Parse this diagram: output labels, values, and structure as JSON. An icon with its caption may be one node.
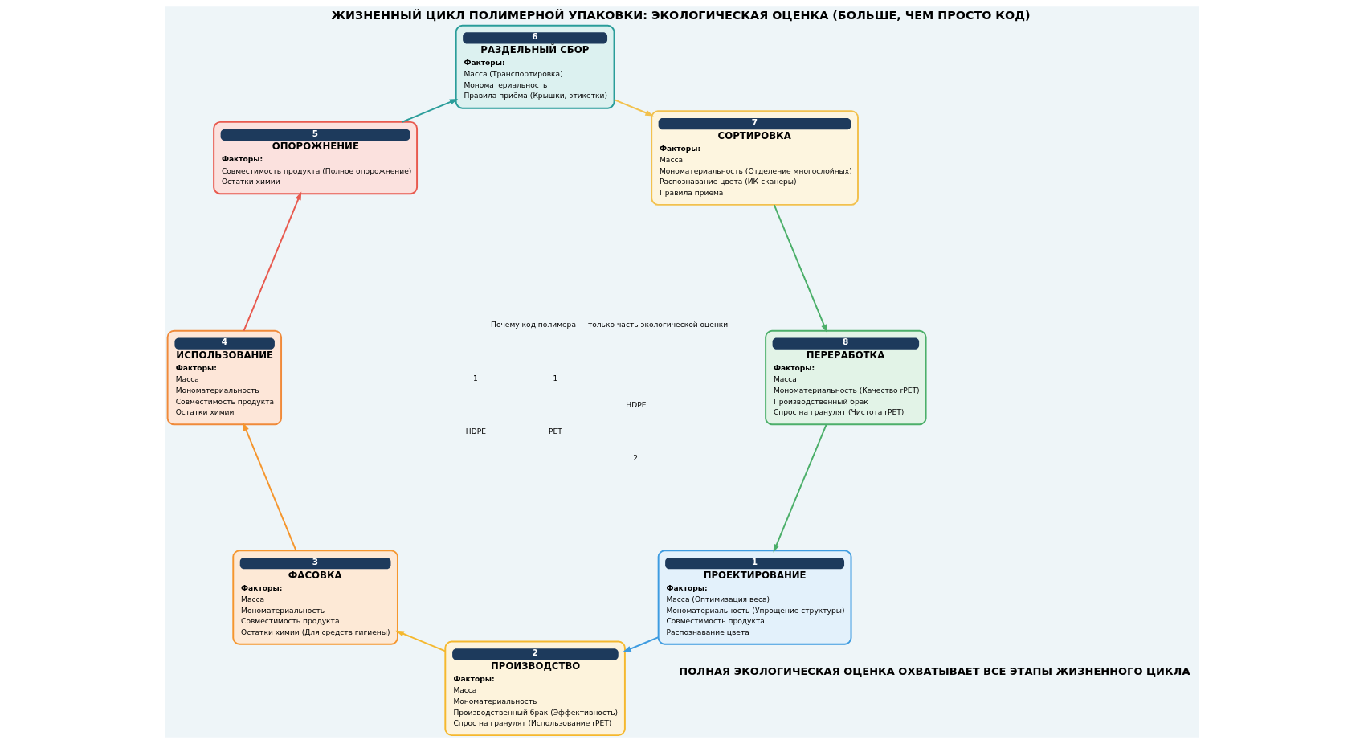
{
  "diagram": {
    "title": "ЖИЗНЕННЫЙ ЦИКЛ ПОЛИМЕРНОЙ УПАКОВКИ: ЭКОЛОГИЧЕСКАЯ ОЦЕНКА (БОЛЬШЕ, ЧЕМ ПРОСТО КОД)",
    "caption": "ПОЛНАЯ ЭКОЛОГИЧЕСКАЯ ОЦЕНКА ОХВАТЫВАЕТ ВСЕ ЭТАПЫ ЖИЗНЕННОГО ЦИКЛА",
    "nodes": [
      {
        "text": [
          "1",
          "ПРОЕКТИРОВАНИЕ",
          "Факторы:",
          "Масса (Оптимизация веса)",
          "Мономатериальность (Упрощение структуры)",
          "Совместимость продукта",
          "Распознавание цвета"
        ]
      },
      {
        "text": [
          "2",
          "ПРОИЗВОДСТВО",
          "Факторы:",
          "Масса",
          "Мономатериальность",
          "Производственный брак (Эффективность)",
          "Спрос на гранулят (Использование rPET)"
        ]
      },
      {
        "text": [
          "3",
          "ФАСОВКА",
          "Факторы:",
          "Масса",
          "Мономатериальность",
          "Совместимость продукта",
          "Остатки химии (Для средств гигиены)"
        ]
      },
      {
        "text": [
          "4",
          "ИСПОЛЬЗОВАНИЕ",
          "Факторы:",
          "Масса",
          "Мономатериальность",
          "Совместимость продукта",
          "Остатки химии"
        ]
      },
      {
        "text": [
          "5",
          "ОПОРОЖНЕНИЕ",
          "Факторы:",
          "Совместимость продукта (Полное опорожнение)",
          "Остатки химии"
        ]
      },
      {
        "text": [
          "6",
          "РАЗДЕЛЬНЫЙ СБОР",
          "Факторы:",
          "Масса (Транспортировка)",
          "Мономатериальность",
          "Правила приёма (Крышки, этикетки)"
        ]
      },
      {
        "text": [
          "7",
          "СОРТИРОВКА",
          "Факторы:",
          "Масса",
          "Мономатериальность (Отделение многослойных)",
          "Распознавание цвета (ИК-сканеры)",
          "Правила приёма"
        ]
      },
      {
        "text": [
          "8",
          "ПЕРЕРАБОТКА",
          "Факторы:",
          "Масса",
          "Мономатериальность (Качество rPET)",
          "Производственный брак",
          "Спрос на гранулят (Чистота rPET)"
        ]
      }
    ],
    "edges": [
      {
        "from": 0,
        "to": 1,
        "arrow": "to",
        "color": "#3d9be0"
      },
      {
        "from": 1,
        "to": 2,
        "arrow": "to",
        "color": "#f5b82e"
      },
      {
        "from": 2,
        "to": 3,
        "arrow": "to",
        "color": "#f5962e"
      },
      {
        "from": 3,
        "to": 4,
        "arrow": "to",
        "color": "#e85a4f"
      },
      {
        "from": 4,
        "to": 5,
        "arrow": "to",
        "color": "#2a9d9a"
      },
      {
        "from": 5,
        "to": 6,
        "arrow": "to",
        "color": "#f2c14e"
      },
      {
        "from": 6,
        "to": 7,
        "arrow": "to",
        "color": "#4caf6a"
      },
      {
        "from": 7,
        "to": 0,
        "arrow": "to",
        "color": "#4caf6a"
      }
    ],
    "labels": [
      "Почему код полимера — только часть экологической оценки",
      "1",
      "PET",
      "2",
      "HDPE",
      "1",
      "HDPE"
    ]
  }
}
